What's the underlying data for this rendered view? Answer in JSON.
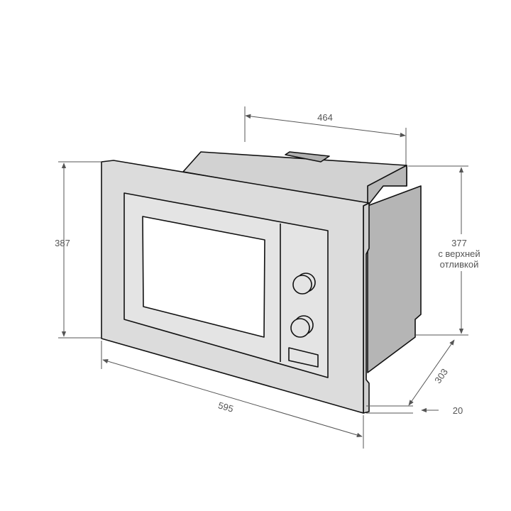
{
  "dimensions": {
    "top_depth": "464",
    "front_height": "387",
    "body_height": "377",
    "body_height_note_1": "с верхней",
    "body_height_note_2": "отливкой",
    "front_width": "595",
    "body_depth": "303",
    "frame_thickness": "20"
  },
  "colors": {
    "frame": "#dcdcdc",
    "side": "#b5b5b5",
    "top": "#d0d0d0",
    "window": "#ffffff",
    "dim_line": "#555555"
  }
}
